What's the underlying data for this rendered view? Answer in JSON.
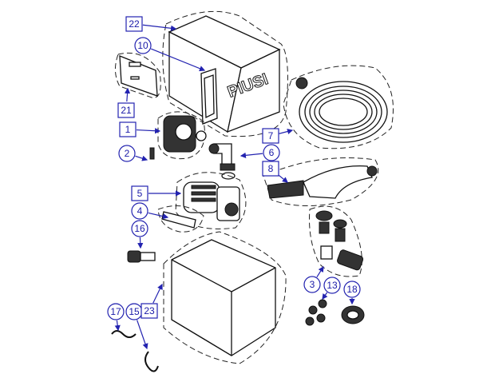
{
  "diagram": {
    "brand_logo": "PIUSI",
    "callouts": [
      {
        "label": "22",
        "shape": "box"
      },
      {
        "label": "10",
        "shape": "circle"
      },
      {
        "label": "21",
        "shape": "box"
      },
      {
        "label": "1",
        "shape": "box"
      },
      {
        "label": "2",
        "shape": "circle"
      },
      {
        "label": "6",
        "shape": "circle"
      },
      {
        "label": "7",
        "shape": "box"
      },
      {
        "label": "8",
        "shape": "box"
      },
      {
        "label": "5",
        "shape": "box"
      },
      {
        "label": "4",
        "shape": "circle"
      },
      {
        "label": "16",
        "shape": "circle"
      },
      {
        "label": "3",
        "shape": "circle"
      },
      {
        "label": "13",
        "shape": "circle"
      },
      {
        "label": "18",
        "shape": "circle"
      },
      {
        "label": "17",
        "shape": "circle"
      },
      {
        "label": "15",
        "shape": "circle"
      },
      {
        "label": "23",
        "shape": "box"
      }
    ],
    "accent_color": "#2323b0"
  }
}
